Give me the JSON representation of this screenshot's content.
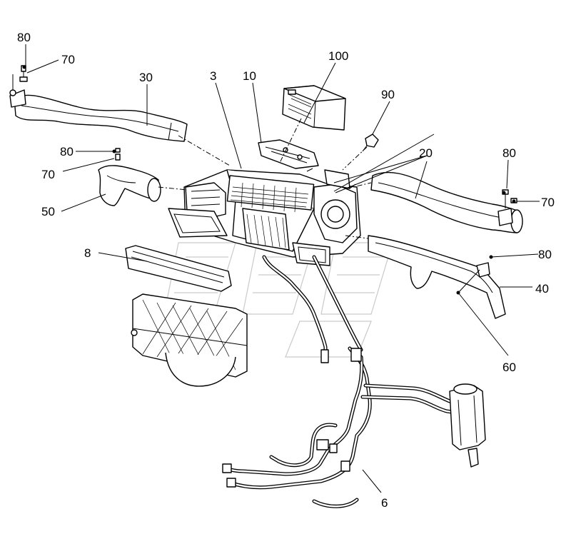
{
  "diagram": {
    "background": "#ffffff",
    "line_color": "#000000",
    "watermark_color": "#c9c9c9",
    "callouts": {
      "c80a": "80",
      "c70a": "70",
      "c30": "30",
      "c3": "3",
      "c10": "10",
      "c100": "100",
      "c90": "90",
      "c20": "20",
      "c80b": "80",
      "c70b": "70",
      "c50": "50",
      "c80c": "80",
      "c70c": "70",
      "c8": "8",
      "c80d": "80",
      "c40": "40",
      "c60": "60",
      "c6": "6"
    }
  }
}
